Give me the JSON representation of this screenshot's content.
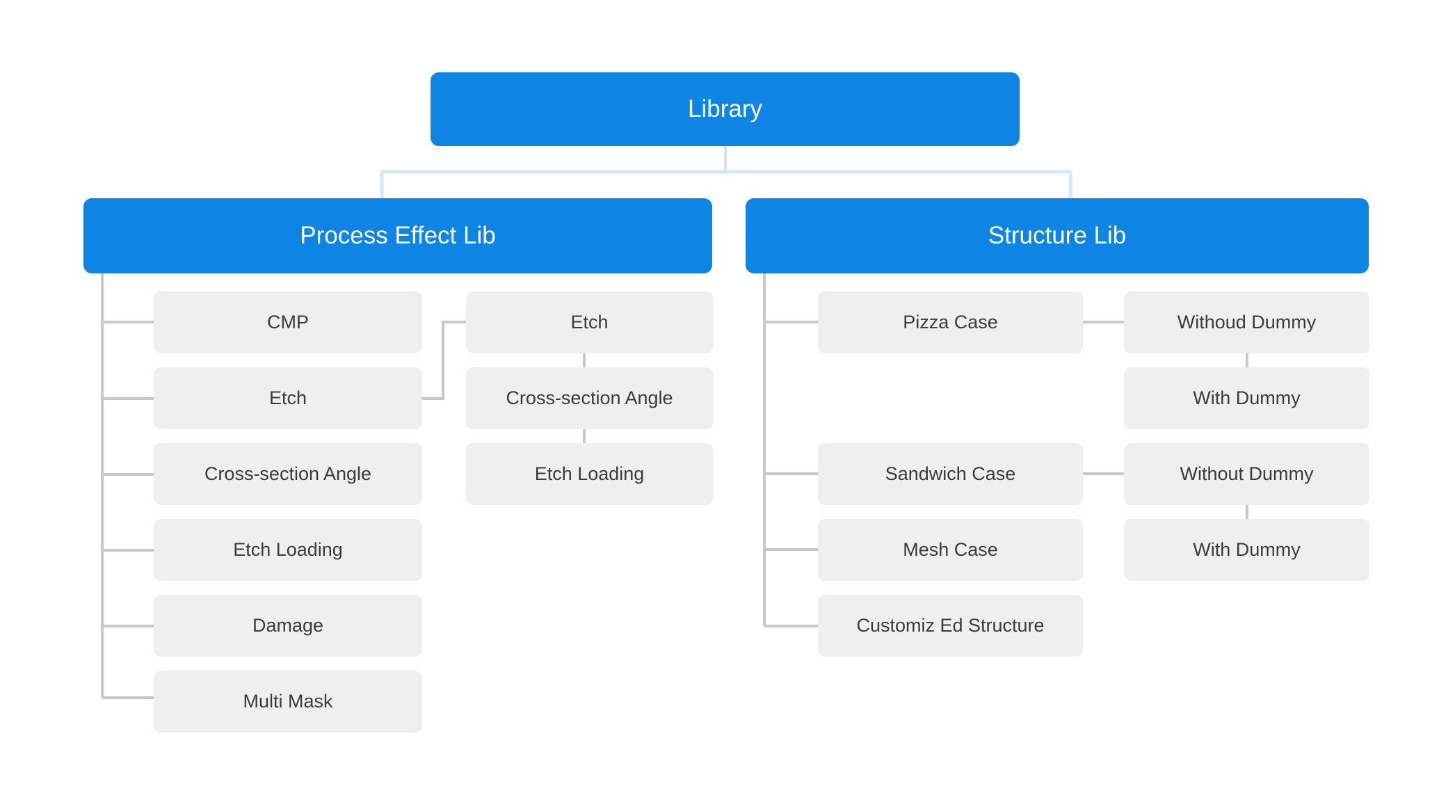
{
  "diagram": {
    "type": "org-chart",
    "title": "Library",
    "colors": {
      "primary_blue": "#0e84e5",
      "light_blue_connector": "#d6e9fa",
      "leaf_fill": "#efefef",
      "leaf_text": "#3b3b3b",
      "connector_gray": "#c8c8c8",
      "background": "#ffffff"
    },
    "root": {
      "label": "Library"
    },
    "branches": [
      {
        "label": "Process Effect Lib",
        "children": [
          {
            "label": "CMP",
            "children": []
          },
          {
            "label": "Etch",
            "children": [
              {
                "label": "Etch"
              },
              {
                "label": "Cross-section Angle"
              },
              {
                "label": "Etch Loading"
              }
            ]
          },
          {
            "label": "Cross-section Angle",
            "children": []
          },
          {
            "label": "Etch Loading",
            "children": []
          },
          {
            "label": "Damage",
            "children": []
          },
          {
            "label": "Multi Mask",
            "children": []
          }
        ]
      },
      {
        "label": "Structure Lib",
        "children": [
          {
            "label": "Pizza Case",
            "children": [
              {
                "label": "Withoud Dummy"
              },
              {
                "label": "With Dummy"
              }
            ]
          },
          {
            "label": "Sandwich Case",
            "children": [
              {
                "label": "Without Dummy"
              },
              {
                "label": "With Dummy"
              }
            ]
          },
          {
            "label": "Mesh Case",
            "children": []
          },
          {
            "label": "Customiz Ed Structure",
            "children": []
          }
        ]
      }
    ]
  }
}
